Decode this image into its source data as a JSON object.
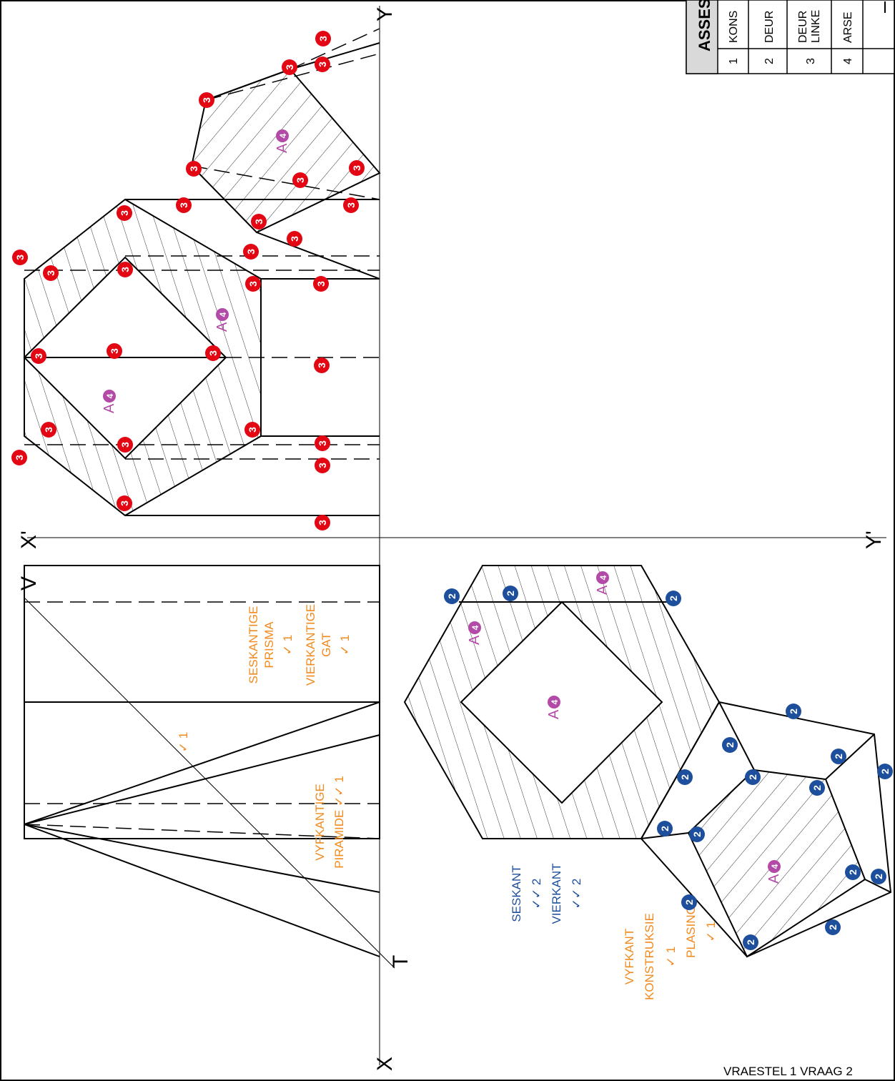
{
  "axes": {
    "x_bottom": "X",
    "y_top": "Y",
    "x_prime": "X'",
    "y_prime": "Y'",
    "v_label": "V",
    "t_label": "T"
  },
  "notes": {
    "prism": [
      "SESKANTIGE",
      "PRISMA",
      "✓ 1"
    ],
    "hole": [
      "VIERKANTIGE",
      "GAT",
      "✓ 1"
    ],
    "tick_mid": "✓ 1",
    "pyramid": [
      "VYFKANTIGE",
      "PIRAMIDE ✓✓ 1"
    ],
    "hexagon": [
      "SESKANT",
      "✓✓ 2"
    ],
    "square": [
      "VIERKANT",
      "✓✓ 2"
    ],
    "pentagon": [
      "VYFKANT",
      "KONSTRUKSIE",
      "✓ 1"
    ],
    "placing": [
      "PLASING",
      "✓ 1"
    ]
  },
  "marks": {
    "red": "3",
    "blue": "2",
    "purple": "4",
    "section_letter": "A"
  },
  "table": {
    "title": "ASSES",
    "rows": [
      {
        "num": "1",
        "text": "KONS"
      },
      {
        "num": "2",
        "text": "DEUR"
      },
      {
        "num": "3",
        "text": "DEUR",
        "text2": "LINKE"
      },
      {
        "num": "4",
        "text": "ARSE"
      }
    ]
  },
  "footer": "VRAESTEL 1 VRAAG 2",
  "colors": {
    "red": "#e30613",
    "blue": "#1d4f9c",
    "purple": "#b44aa8",
    "orange": "#f28a1d",
    "table_header": "#d9d9d9"
  }
}
